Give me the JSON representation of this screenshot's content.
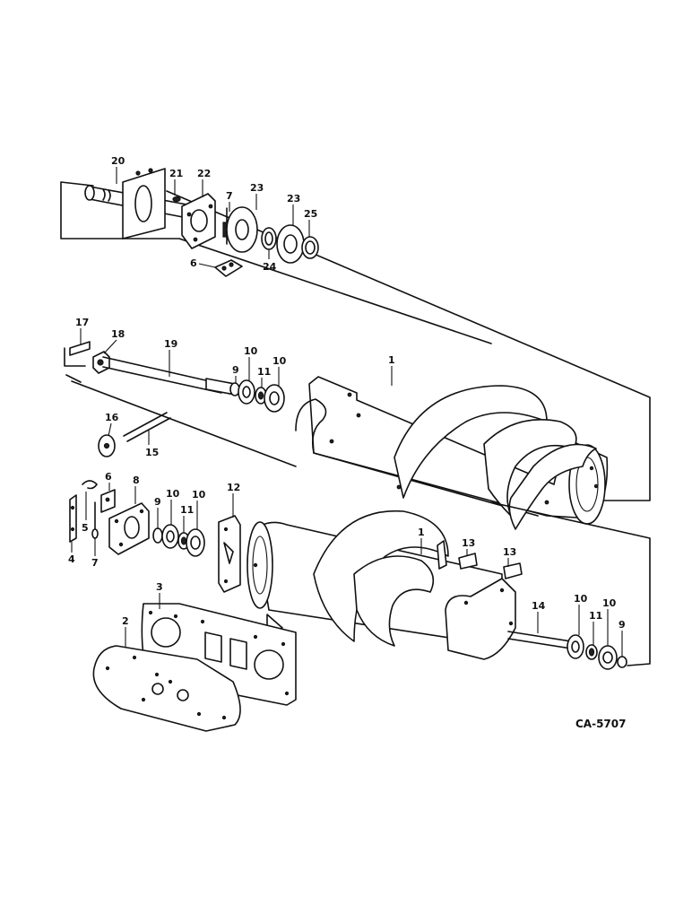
{
  "drawing_code": "CA-5707",
  "callouts": [
    "20",
    "21",
    "22",
    "7",
    "23",
    "23",
    "25",
    "6",
    "24",
    "17",
    "18",
    "19",
    "10",
    "9",
    "11",
    "10",
    "1",
    "16",
    "15",
    "6",
    "8",
    "9",
    "10",
    "11",
    "10",
    "12",
    "1",
    "13",
    "13",
    "4",
    "5",
    "7",
    "3",
    "2",
    "14",
    "10",
    "11",
    "10",
    "9"
  ]
}
